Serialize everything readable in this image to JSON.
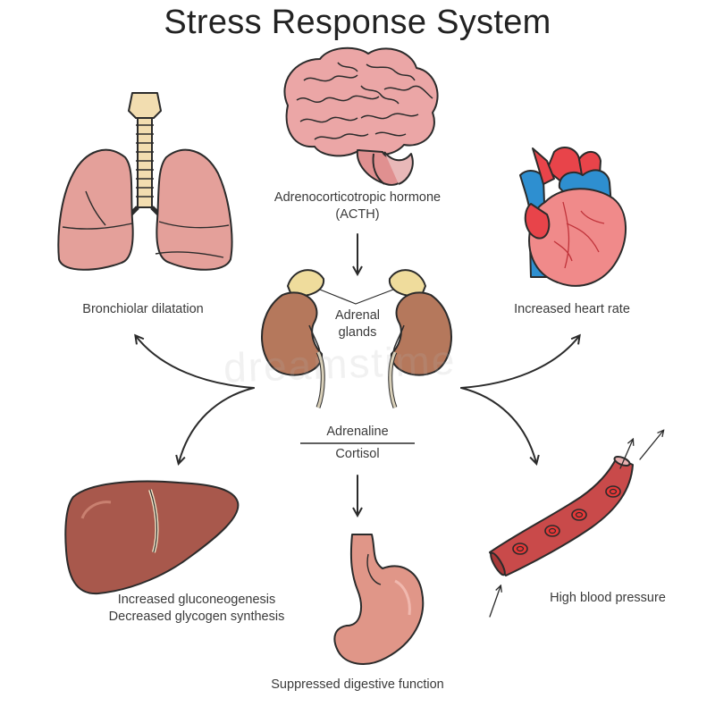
{
  "title": "Stress Response System",
  "watermark": "dreamstime",
  "labels": {
    "acth_line1": "Adrenocorticotropic hormone",
    "acth_line2": "(ACTH)",
    "adrenal_line1": "Adrenal",
    "adrenal_line2": "glands",
    "adrenaline": "Adrenaline",
    "cortisol": "Cortisol",
    "bronchiolar": "Bronchiolar dilatation",
    "heart_rate": "Increased heart rate",
    "gluconeo_line1": "Increased gluconeogenesis",
    "gluconeo_line2": "Decreased glycogen synthesis",
    "digestive": "Suppressed digestive function",
    "blood_pressure": "High blood pressure"
  },
  "colors": {
    "outline": "#2b2b2b",
    "brain": "#e8a0a0",
    "lung": "#e4a09a",
    "trachea": "#f2ddb0",
    "heart_red": "#e8444a",
    "heart_blue": "#2e8fd0",
    "heart_muscle": "#f08a8a",
    "kidney": "#b5785c",
    "adrenal": "#efdc9c",
    "liver": "#a8584c",
    "stomach": "#e09688",
    "vessel": "#c94a4a",
    "rbc": "#e63838"
  }
}
